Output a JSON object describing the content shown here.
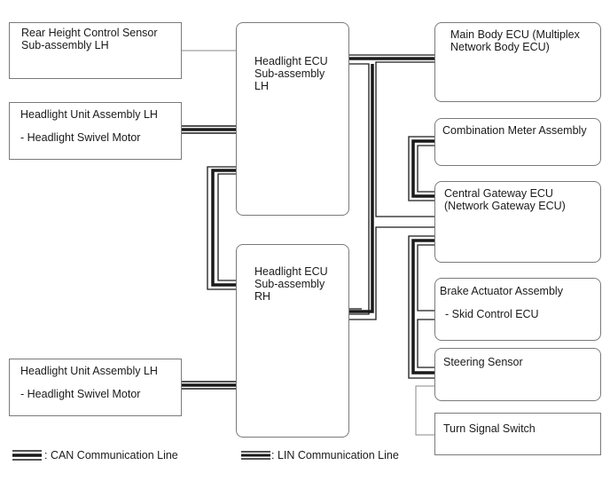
{
  "boxes": {
    "rear_sensor": {
      "title": "Rear Height Control Sensor\nSub-assembly LH"
    },
    "headlight_unit_lh_top": {
      "title": "Headlight Unit Assembly LH",
      "sub": "- Headlight Swivel Motor"
    },
    "headlight_unit_lh_bottom": {
      "title": "Headlight Unit Assembly LH",
      "sub": "- Headlight Swivel Motor"
    },
    "ecu_lh": {
      "title": "Headlight ECU\nSub-assembly\nLH"
    },
    "ecu_rh": {
      "title": "Headlight ECU\nSub-assembly\nRH"
    },
    "main_body_ecu": {
      "title": "Main Body ECU (Multiplex\nNetwork Body ECU)"
    },
    "combination_meter": {
      "title": "Combination Meter Assembly"
    },
    "central_gateway": {
      "title": "Central Gateway ECU\n(Network Gateway ECU)"
    },
    "brake_actuator": {
      "title": "Brake Actuator Assembly",
      "sub": "- Skid Control ECU"
    },
    "steering_sensor": {
      "title": "Steering Sensor"
    },
    "turn_signal": {
      "title": "Turn Signal Switch"
    }
  },
  "legend": {
    "can": ": CAN Communication Line",
    "lin": ": LIN Communication Line"
  }
}
